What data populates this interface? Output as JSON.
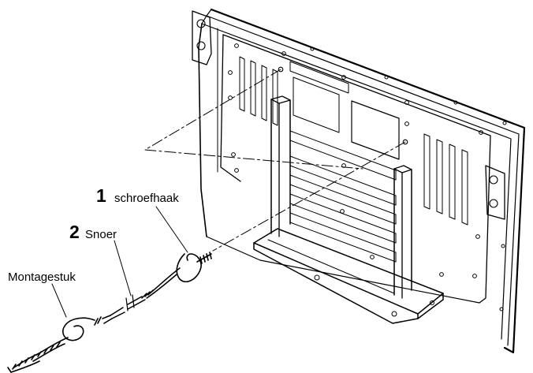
{
  "labels": {
    "hook_number": "1",
    "hook_text": "schroefhaak",
    "cord_number": "2",
    "cord_text": "Snoer",
    "mount_text": "Montagestuk"
  },
  "colors": {
    "ink": "#000000",
    "paper": "#ffffff"
  },
  "icons": [
    "screw-hook-icon",
    "cord-icon",
    "wall-mount-icon"
  ]
}
